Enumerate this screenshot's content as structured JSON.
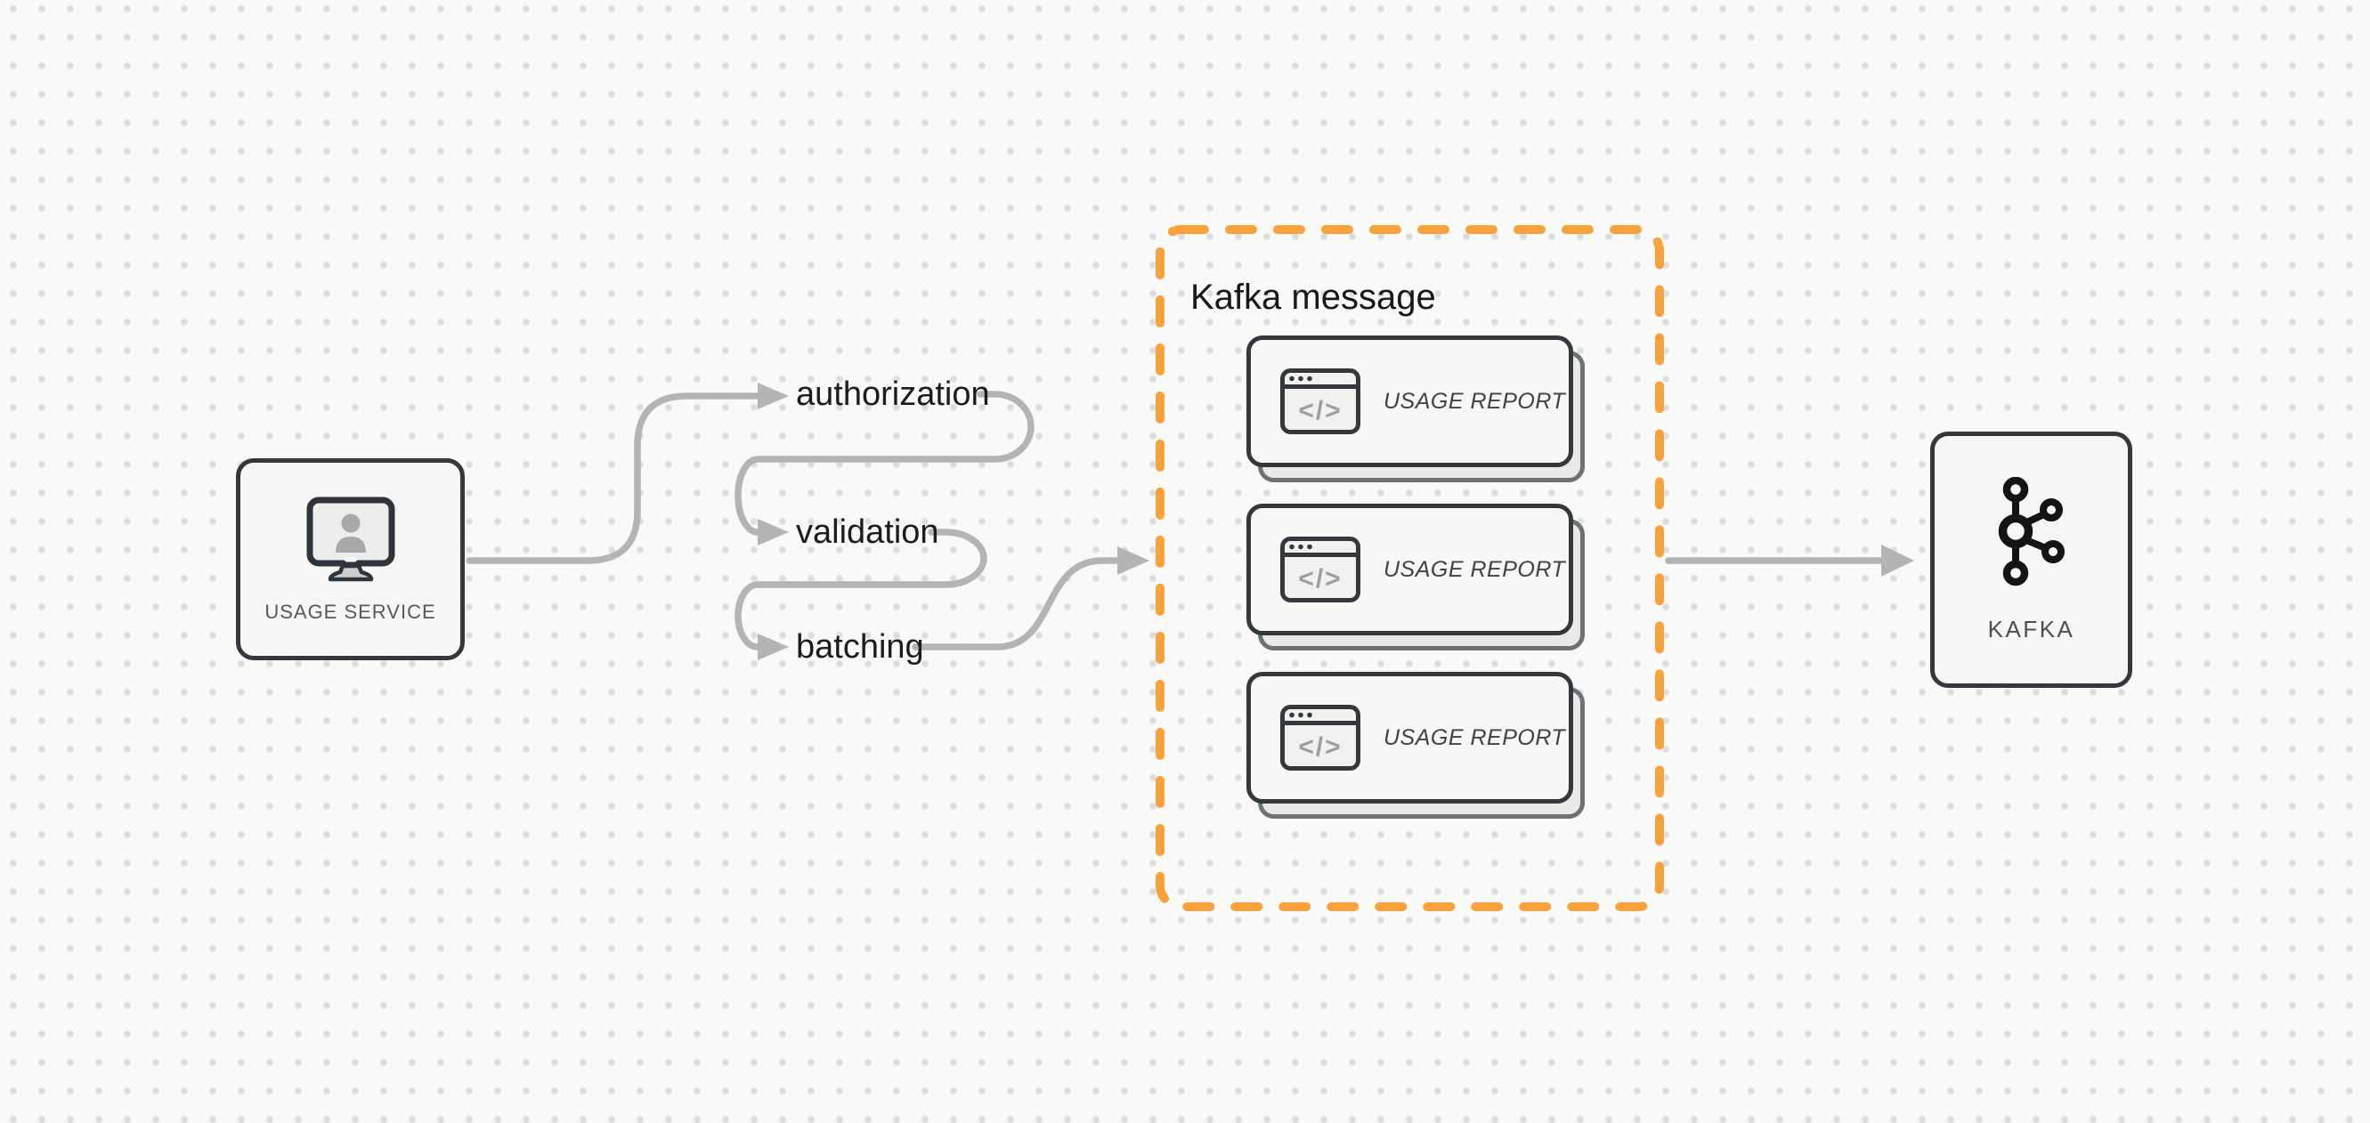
{
  "nodes": {
    "usage_service": {
      "label": "USAGE SERVICE"
    },
    "kafka": {
      "label": "KAFKA"
    }
  },
  "pipeline_steps": [
    {
      "label": "authorization"
    },
    {
      "label": "validation"
    },
    {
      "label": "batching"
    }
  ],
  "kafka_message_group": {
    "title": "Kafka message",
    "cards": [
      {
        "label": "USAGE REPORT"
      },
      {
        "label": "USAGE REPORT"
      },
      {
        "label": "USAGE REPORT"
      }
    ]
  },
  "icons": {
    "code_glyph": "</>"
  },
  "colors": {
    "accent_orange": "#F9A13C",
    "connector_gray": "#B4B4B4",
    "node_border": "#33383D",
    "node_background": "#F6F6F4",
    "card_background": "#F7F7F5",
    "card_shadow_border": "#6E7276",
    "card_shadow_background": "#E9E9E7",
    "step_label_text": "#1C1C1E",
    "node_label_text": "#54585C",
    "kafka_logo": "#141414",
    "canvas_background": "#F9F9F8",
    "grid_dot": "#DEDEDE"
  }
}
